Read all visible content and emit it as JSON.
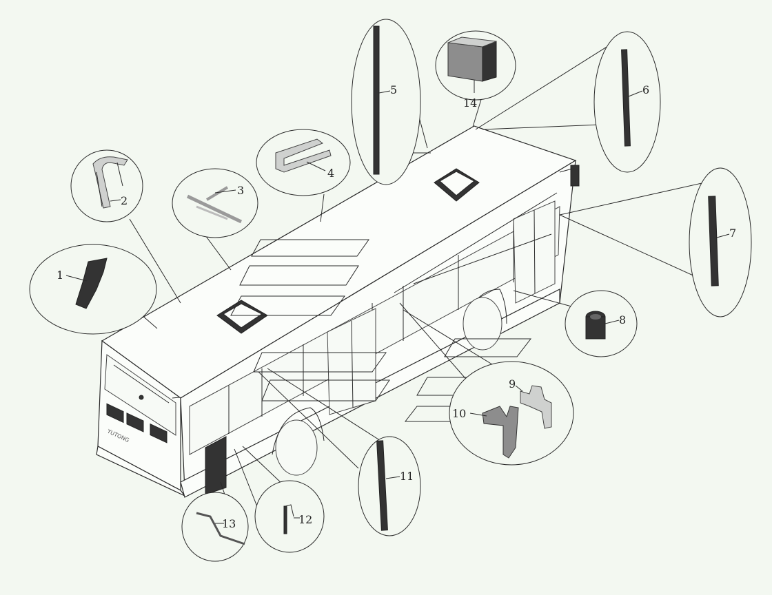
{
  "diagram": {
    "bus_front_text": "YUTONG",
    "callouts": [
      {
        "id": "part-1",
        "label": "1"
      },
      {
        "id": "part-2",
        "label": "2"
      },
      {
        "id": "part-3",
        "label": "3"
      },
      {
        "id": "part-4",
        "label": "4"
      },
      {
        "id": "part-5",
        "label": "5"
      },
      {
        "id": "part-6",
        "label": "6"
      },
      {
        "id": "part-7",
        "label": "7"
      },
      {
        "id": "part-8",
        "label": "8"
      },
      {
        "id": "part-9",
        "label": "9"
      },
      {
        "id": "part-10",
        "label": "10"
      },
      {
        "id": "part-11",
        "label": "11"
      },
      {
        "id": "part-12",
        "label": "12"
      },
      {
        "id": "part-13",
        "label": "13"
      },
      {
        "id": "part-14",
        "label": "14"
      }
    ]
  }
}
